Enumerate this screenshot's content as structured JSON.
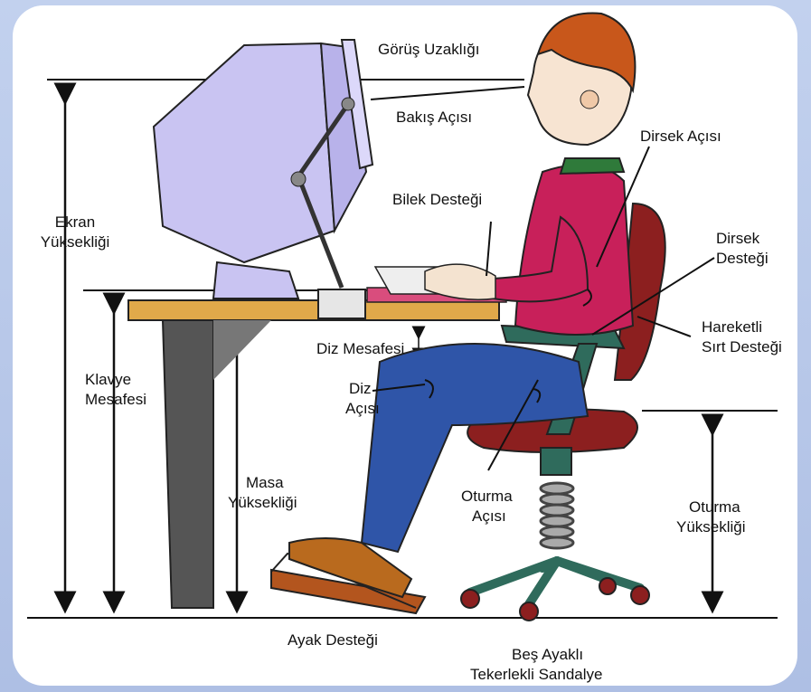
{
  "labels": {
    "viewing_distance": "Görüş Uzaklığı",
    "viewing_angle": "Bakış Açısı",
    "screen_height_1": "Ekran",
    "screen_height_2": "Yüksekliği",
    "wrist_support": "Bilek Desteği",
    "elbow_angle": "Dirsek Açısı",
    "elbow_support_1": "Dirsek",
    "elbow_support_2": "Desteği",
    "back_support_1": "Hareketli",
    "back_support_2": "Sırt Desteği",
    "knee_clearance": "Diz Mesafesi",
    "keyboard_height_1": "Klavye",
    "keyboard_height_2": "Mesafesi",
    "knee_angle_1": "Diz",
    "knee_angle_2": "Açısı",
    "desk_height_1": "Masa",
    "desk_height_2": "Yüksekliği",
    "seat_angle_1": "Oturma",
    "seat_angle_2": "Açısı",
    "seat_height_1": "Oturma",
    "seat_height_2": "Yüksekliği",
    "footrest": "Ayak Desteği",
    "chair_1": "Beş Ayaklı",
    "chair_2": "Tekerlekli Sandalye"
  },
  "colors": {
    "monitor": "#c9c4f2",
    "desk": "#e0a94a",
    "shirt": "#c8205a",
    "jeans": "#2f55a8",
    "chair": "#8c1f1f",
    "chair_frame": "#2f6b5c",
    "hair": "#c8571b",
    "shoe": "#b96a1e"
  }
}
